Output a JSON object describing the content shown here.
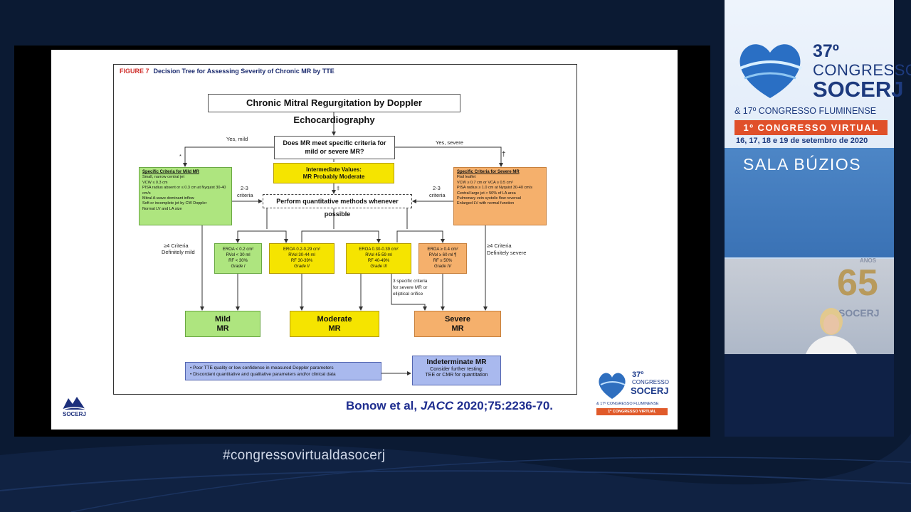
{
  "figure": {
    "label": "FIGURE 7",
    "title": "Decision Tree for Assessing Severity of Chronic MR by TTE",
    "top": "Chronic Mitral Regurgitation by Doppler Echocardiography",
    "question_line1": "Does MR meet specific criteria for",
    "question_line2": "mild or severe MR?",
    "yes_mild": "Yes, mild",
    "yes_severe": "Yes, severe",
    "dagger_left": "*",
    "dagger_right": "†",
    "dagger_mid": "‡",
    "intermediate_line1": "Intermediate Values:",
    "intermediate_line2": "MR Probably Moderate",
    "perform": "Perform quantitative methods  whenever possible",
    "criteria_left_1": "2-3",
    "criteria_left_2": "criteria",
    "criteria_right_1": "2-3",
    "criteria_right_2": "criteria",
    "mild_criteria": {
      "heading": "Specific Criteria for Mild MR",
      "items": [
        "Small, narrow central jet",
        "VCW ≤ 0.3 cm",
        "PISA radius absent or ≤ 0.3 cm at Nyquist 30-40 cm/s",
        "Mitral A-wave dominant inflow",
        "Soft or incomplete jet by CW Doppler",
        "Normal LV and LA size"
      ]
    },
    "severe_criteria": {
      "heading": "Specific Criteria for Severe MR",
      "items": [
        "Flail leaflet",
        "VCW ≥ 0.7 cm or VCA ≥ 0.5 cm²",
        "PISA radius ≥ 1.0 cm at Nyquist 30-40 cm/s",
        "Central large jet > 50% of LA area",
        "Pulmonary vein systolic flow reversal",
        "Enlarged LV with normal function"
      ]
    },
    "grades": [
      {
        "l1": "EROA < 0.2 cm²",
        "l2": "RVol < 30 ml",
        "l3": "RF < 30%",
        "g": "Grade I"
      },
      {
        "l1": "EROA 0.2-0.29 cm²",
        "l2": "RVol 30-44 ml",
        "l3": "RF 30-39%",
        "g": "Grade II"
      },
      {
        "l1": "EROA 0.30-0.39 cm²",
        "l2": "RVol 45-59 ml",
        "l3": "RF 40-49%",
        "g": "Grade III"
      },
      {
        "l1": "EROA ≥ 0.4 cm²",
        "l2": "RVol ≥ 60 ml ¶",
        "l3": "RF ≥ 50%",
        "g": "Grade IV"
      }
    ],
    "left_def_1": "≥4 Criteria",
    "left_def_2": "Definitely mild",
    "right_def_1": "≥4 Criteria",
    "right_def_2": "Definitely severe",
    "specific_1": "3 specific criteria",
    "specific_2": "for severe MR or",
    "specific_3": "elliptical orifice",
    "mild_l1": "Mild",
    "mild_l2": "MR",
    "mod_l1": "Moderate",
    "mod_l2": "MR",
    "sev_l1": "Severe",
    "sev_l2": "MR",
    "poor_1": "Poor TTE quality or low confidence in measured Doppler parameters",
    "poor_2": "Discordant quantitative and qualitative parameters and/or clinical data",
    "indet_title": "Indeterminate MR",
    "indet_1": "Consider further testing:",
    "indet_2": "TEE or CMR for quantitation"
  },
  "citation": {
    "authors": "Bonow et al, ",
    "journal": "JACC",
    "ref": " 2020;75:2236-70."
  },
  "slide_logo": "SOCERJ",
  "mini_logo": {
    "num": "37º",
    "cong": "CONGRESSO",
    "soc": "SOCERJ",
    "flu": "& 17º CONGRESSO FLUMINENSE",
    "virt": "1º CONGRESSO VIRTUAL"
  },
  "hashtag": "#congressovirtualdasocerj",
  "sidebar": {
    "num": "37º",
    "congresso": "CONGRESSO",
    "socerj": "SOCERJ",
    "fluminense": "& 17º CONGRESSO FLUMINENSE",
    "virtual": "1º CONGRESSO VIRTUAL",
    "dates": "16, 17, 18 e 19 de setembro de 2020",
    "room": "SALA BÚZIOS",
    "anos_text": "ANOS",
    "anos_num": "65",
    "anos_soc": "SOCERJ"
  },
  "colors": {
    "mild": "#aee57f",
    "moderate": "#f5e400",
    "severe": "#f5b06c",
    "indeterminate": "#a9b9ee",
    "virtual_band": "#e0502a",
    "background": "#0b1a33"
  }
}
